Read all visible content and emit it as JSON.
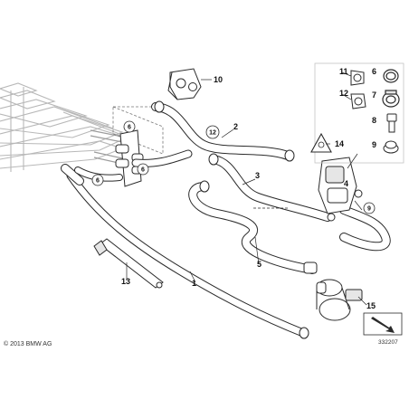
{
  "callouts": {
    "p1": "1",
    "p2": "2",
    "p3": "3",
    "p4": "4",
    "p5": "5",
    "p6a": "6",
    "p6b": "6",
    "p6c": "6",
    "p6d": "6",
    "p7": "7",
    "p8": "8",
    "p9": "9",
    "p9b": "9",
    "p10": "10",
    "p11": "11",
    "p12": "12",
    "p12b": "12",
    "p13": "13",
    "p14": "14",
    "p15": "15"
  },
  "copyright": "© 2013 BMW AG",
  "ref_number": "332207",
  "colors": {
    "line": "#2a2a2a",
    "part_fill": "#ffffff",
    "shade": "#e6e6e6",
    "frame": "#9a9a9a"
  }
}
